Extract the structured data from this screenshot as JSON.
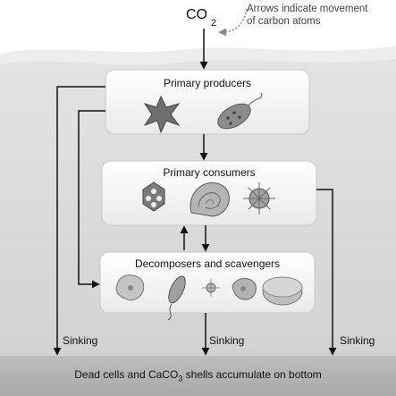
{
  "annotation": {
    "line1": "Arrows indicate movement",
    "line2": "of carbon atoms"
  },
  "co2": {
    "base": "CO",
    "sub": "2"
  },
  "boxes": {
    "producers": "Primary producers",
    "consumers": "Primary consumers",
    "decomposers": "Decomposers and scavengers"
  },
  "sinking": {
    "left": "Sinking",
    "middle": "Sinking",
    "right": "Sinking"
  },
  "bottom": {
    "prefix": "Dead cells and CaCO",
    "sub": "3",
    "suffix": " shells accumulate on bottom"
  }
}
